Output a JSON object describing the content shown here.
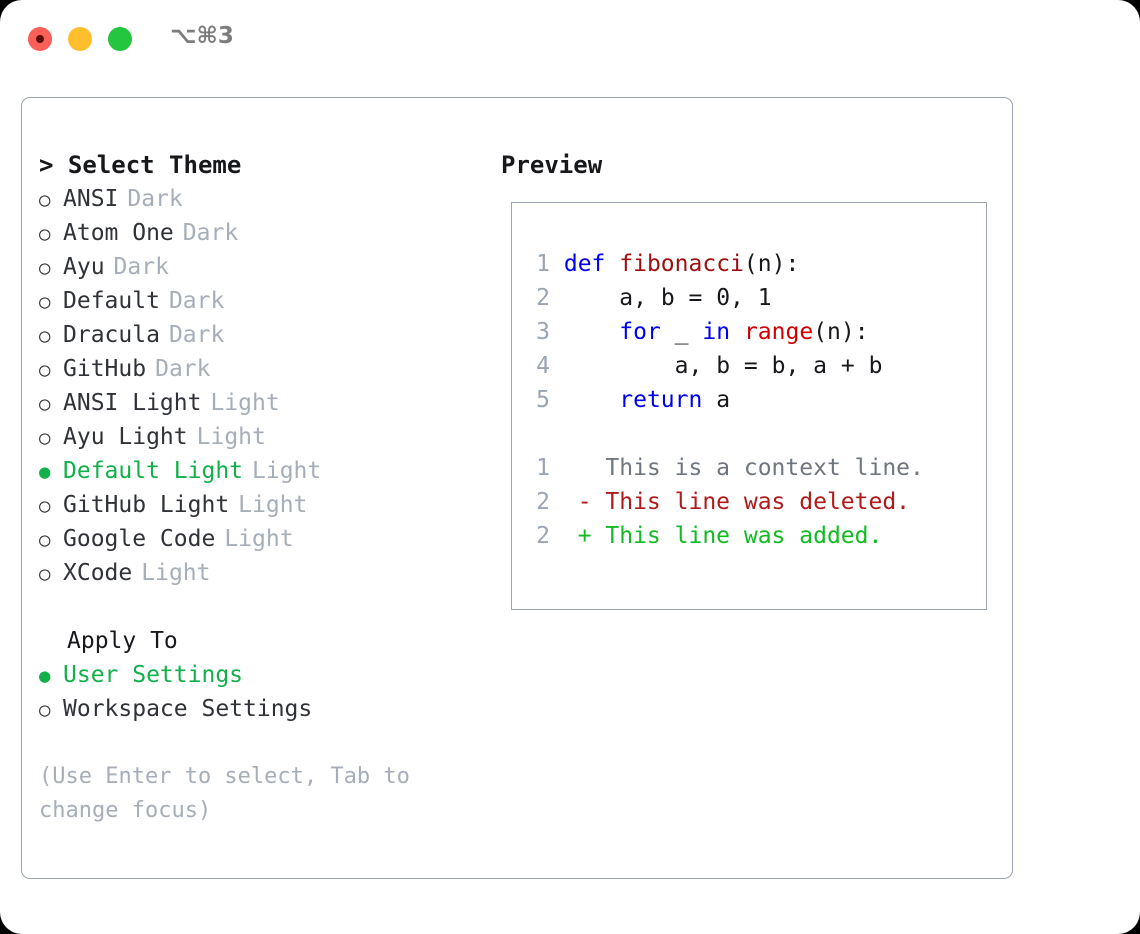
{
  "titlebar": {
    "shortcut": "⌥⌘3",
    "buttons": [
      {
        "name": "close",
        "color": "#fb5f57"
      },
      {
        "name": "minimize",
        "color": "#ffbf2d"
      },
      {
        "name": "maximize",
        "color": "#25c63f"
      }
    ]
  },
  "theme_panel": {
    "heading": "> Select Theme",
    "bullet_unselected": "○",
    "bullet_selected": "●",
    "options": [
      {
        "label": "ANSI",
        "tag": "Dark",
        "selected": false
      },
      {
        "label": "Atom One",
        "tag": "Dark",
        "selected": false
      },
      {
        "label": "Ayu",
        "tag": "Dark",
        "selected": false
      },
      {
        "label": "Default",
        "tag": "Dark",
        "selected": false
      },
      {
        "label": "Dracula",
        "tag": "Dark",
        "selected": false
      },
      {
        "label": "GitHub",
        "tag": "Dark",
        "selected": false
      },
      {
        "label": "ANSI Light",
        "tag": "Light",
        "selected": false
      },
      {
        "label": "Ayu Light",
        "tag": "Light",
        "selected": false
      },
      {
        "label": "Default Light",
        "tag": "Light",
        "selected": true
      },
      {
        "label": "GitHub Light",
        "tag": "Light",
        "selected": false
      },
      {
        "label": "Google Code",
        "tag": "Light",
        "selected": false
      },
      {
        "label": "XCode",
        "tag": "Light",
        "selected": false
      }
    ]
  },
  "apply_to": {
    "heading": "Apply To",
    "options": [
      {
        "label": "User Settings",
        "selected": true
      },
      {
        "label": "Workspace Settings",
        "selected": false
      }
    ]
  },
  "hint": "(Use Enter to select, Tab to change focus)",
  "preview": {
    "heading": "Preview",
    "code_lines": [
      {
        "no": "1",
        "text": "def fibonacci(n):"
      },
      {
        "no": "2",
        "text": "    a, b = 0, 1"
      },
      {
        "no": "3",
        "text": "    for _ in range(n):"
      },
      {
        "no": "4",
        "text": "        a, b = b, a + b"
      },
      {
        "no": "5",
        "text": "    return a"
      }
    ],
    "diff_lines": [
      {
        "no": "1",
        "marker": " ",
        "text": " This is a context line.",
        "kind": "context"
      },
      {
        "no": "2",
        "marker": "-",
        "text": " This line was deleted.",
        "kind": "deleted"
      },
      {
        "no": "2",
        "marker": "+",
        "text": " This line was added.",
        "kind": "added"
      }
    ]
  },
  "colors": {
    "accent_green": "#11b04a",
    "muted": "#a6aeb9",
    "keyword_blue": "#0000ee",
    "function_red": "#a01010",
    "builtin_red": "#d00000",
    "diff_add": "#12bb22",
    "diff_del": "#b01a1a",
    "border": "#9aa5b4"
  }
}
